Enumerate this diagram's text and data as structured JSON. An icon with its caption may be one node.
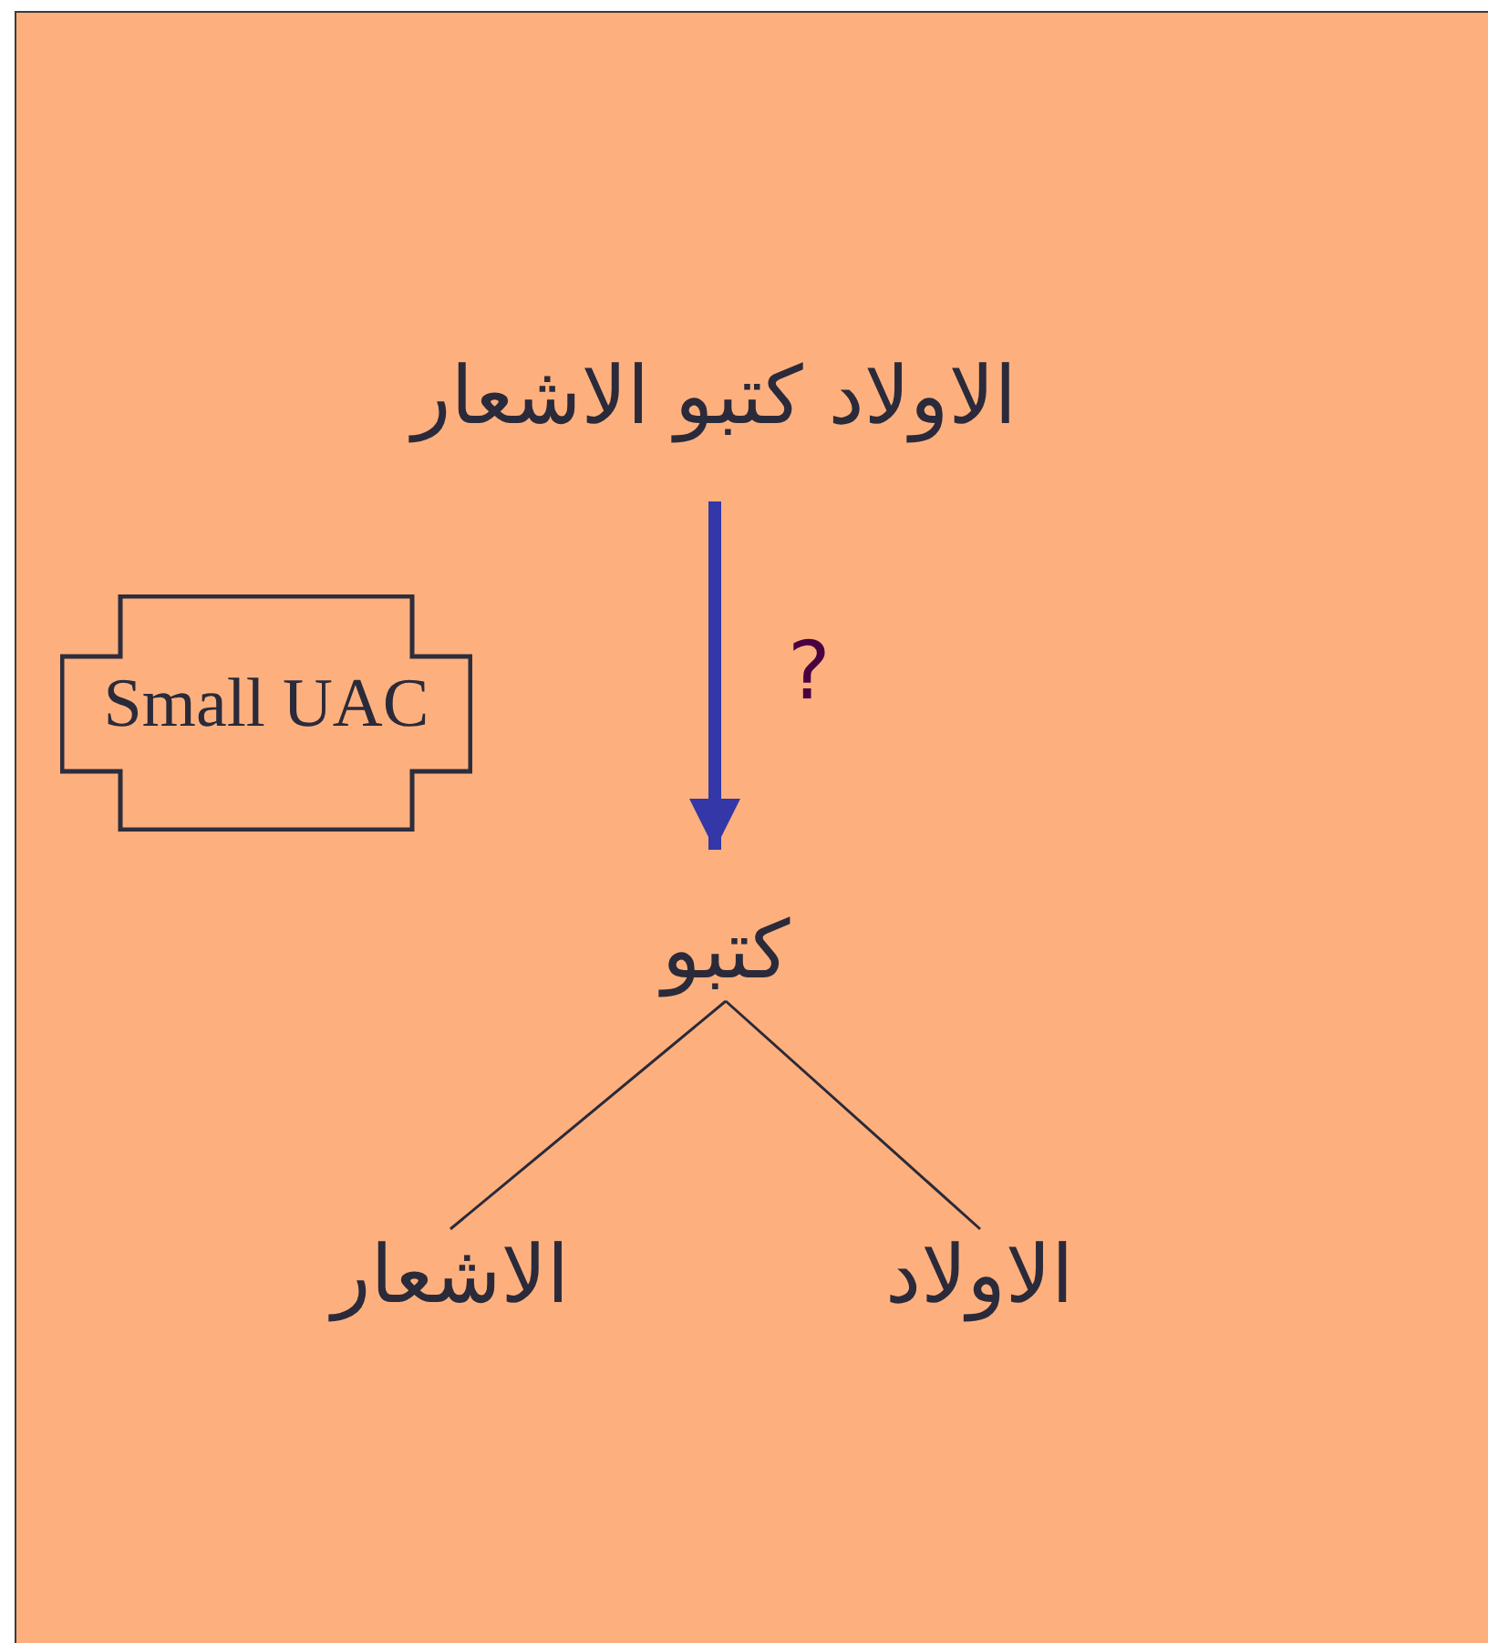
{
  "diagram": {
    "nodes": [
      {
        "text": [
          "الاولاد كتبو الاشعار"
        ]
      },
      {
        "text": [
          "كتبو"
        ]
      },
      {
        "text": [
          "الاشعار"
        ]
      },
      {
        "text": [
          "الاولاد"
        ]
      },
      {
        "text": [
          "Small UAC"
        ]
      }
    ],
    "edges": [
      {
        "from": 0,
        "to": 1,
        "arrow": "to",
        "label": "?",
        "style": "thick",
        "color": "#3337a8"
      },
      {
        "from": 1,
        "to": 2,
        "arrow": "none"
      },
      {
        "from": 1,
        "to": 3,
        "arrow": "none"
      }
    ]
  }
}
